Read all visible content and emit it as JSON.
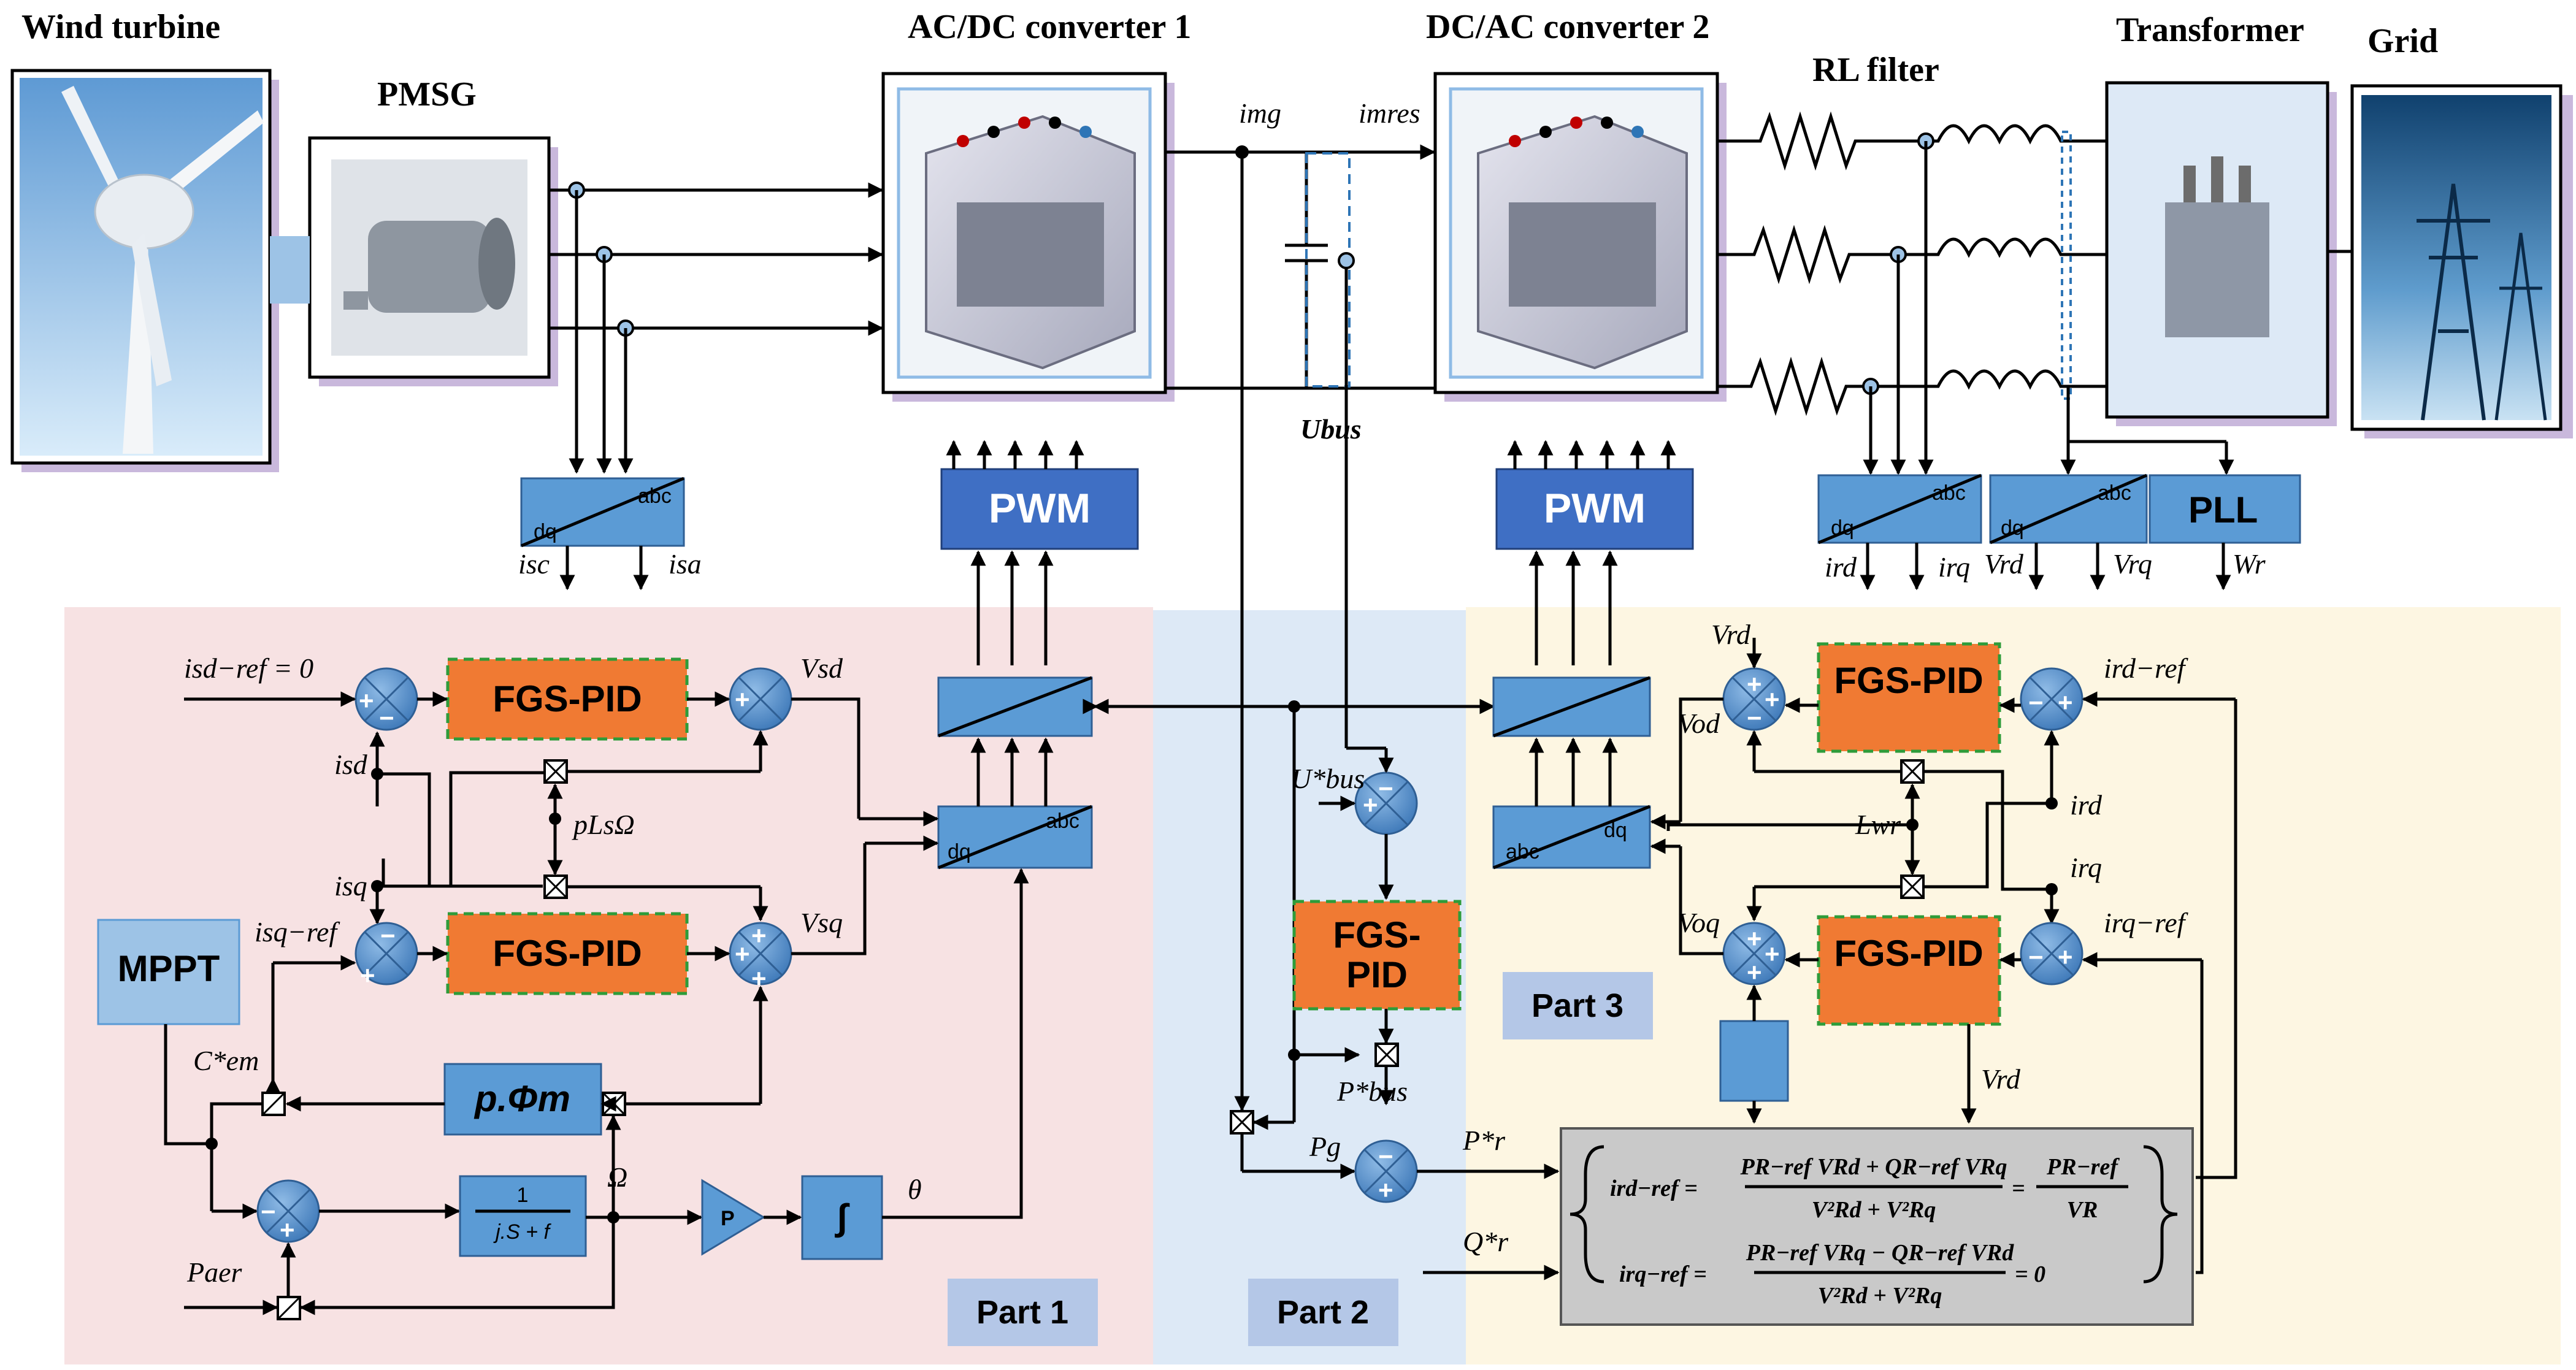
{
  "titles": {
    "wind_turbine": "Wind turbine",
    "pmsg": "PMSG",
    "converter1": "AC/DC converter 1",
    "converter2": "DC/AC converter 2",
    "rl_filter": "RL filter",
    "transformer": "Transformer",
    "grid": "Grid"
  },
  "blocks": {
    "pwm": "PWM",
    "fgs_pid": "FGS-PID",
    "fgs_pid_l1": "FGS-",
    "fgs_pid_l2": "PID",
    "mppt": "MPPT",
    "pll": "PLL",
    "dq": "dq",
    "abc": "abc",
    "gain_p": "P",
    "integrator": "∫",
    "transfer_num": "1",
    "transfer_den": "j.S + f",
    "flux_gain": "p.Φm"
  },
  "parts": {
    "p1": "Part 1",
    "p2": "Part 2",
    "p3": "Part 3"
  },
  "signals": {
    "img": "img",
    "imres": "imres",
    "ubus": "Ubus",
    "isc": "isc",
    "isa": "isa",
    "ird_out": "ird",
    "irq_out": "irq",
    "vrd_out": "Vrd",
    "vrq_out": "Vrq",
    "wr": "Wr",
    "isd_ref": "isd−ref = 0",
    "isd": "isd",
    "isq": "isq",
    "isq_ref": "isq−ref",
    "vsd": "Vsd",
    "vsq": "Vsq",
    "plso": "pLsΩ",
    "cem": "C*em",
    "omega": "Ω",
    "theta": "θ",
    "paer": "Paer",
    "ubus_ref": "U*bus",
    "pbus": "P*bus",
    "pg": "Pg",
    "pr": "P*r",
    "qr": "Q*r",
    "vrd_in": "Vrd",
    "vod": "Vod",
    "voq": "Voq",
    "ird_ref": "ird−ref",
    "irq_ref": "irq−ref",
    "ird": "ird",
    "irq": "irq",
    "lwr": "Lwr",
    "vrd_low": "Vrd"
  },
  "equations": {
    "ird_lhs": "ird−ref =",
    "ird_num": "PR−ref VRd + QR−ref VRq",
    "ird_den": "V²Rd + V²Rq",
    "ird_eq": "=",
    "ird_num2": "PR−ref",
    "ird_den2": "VR",
    "irq_lhs": "irq−ref =",
    "irq_num": "PR−ref VRq − QR−ref VRd",
    "irq_den": "V²Rd + V²Rq",
    "irq_rhs": "= 0"
  },
  "signs": {
    "plus": "+",
    "minus": "−"
  },
  "colors": {
    "part1_bg": "#f7e2e3",
    "part2_bg": "#dde9f6",
    "part3_bg": "#fdf6e2",
    "fgs_pid": "#f07a33",
    "pwm": "#3f6fc4",
    "block_blue": "#5b9bd5",
    "mppt": "#9dc3e6",
    "part_label": "#b4c7e7",
    "equation_box": "#c9c9c9"
  }
}
